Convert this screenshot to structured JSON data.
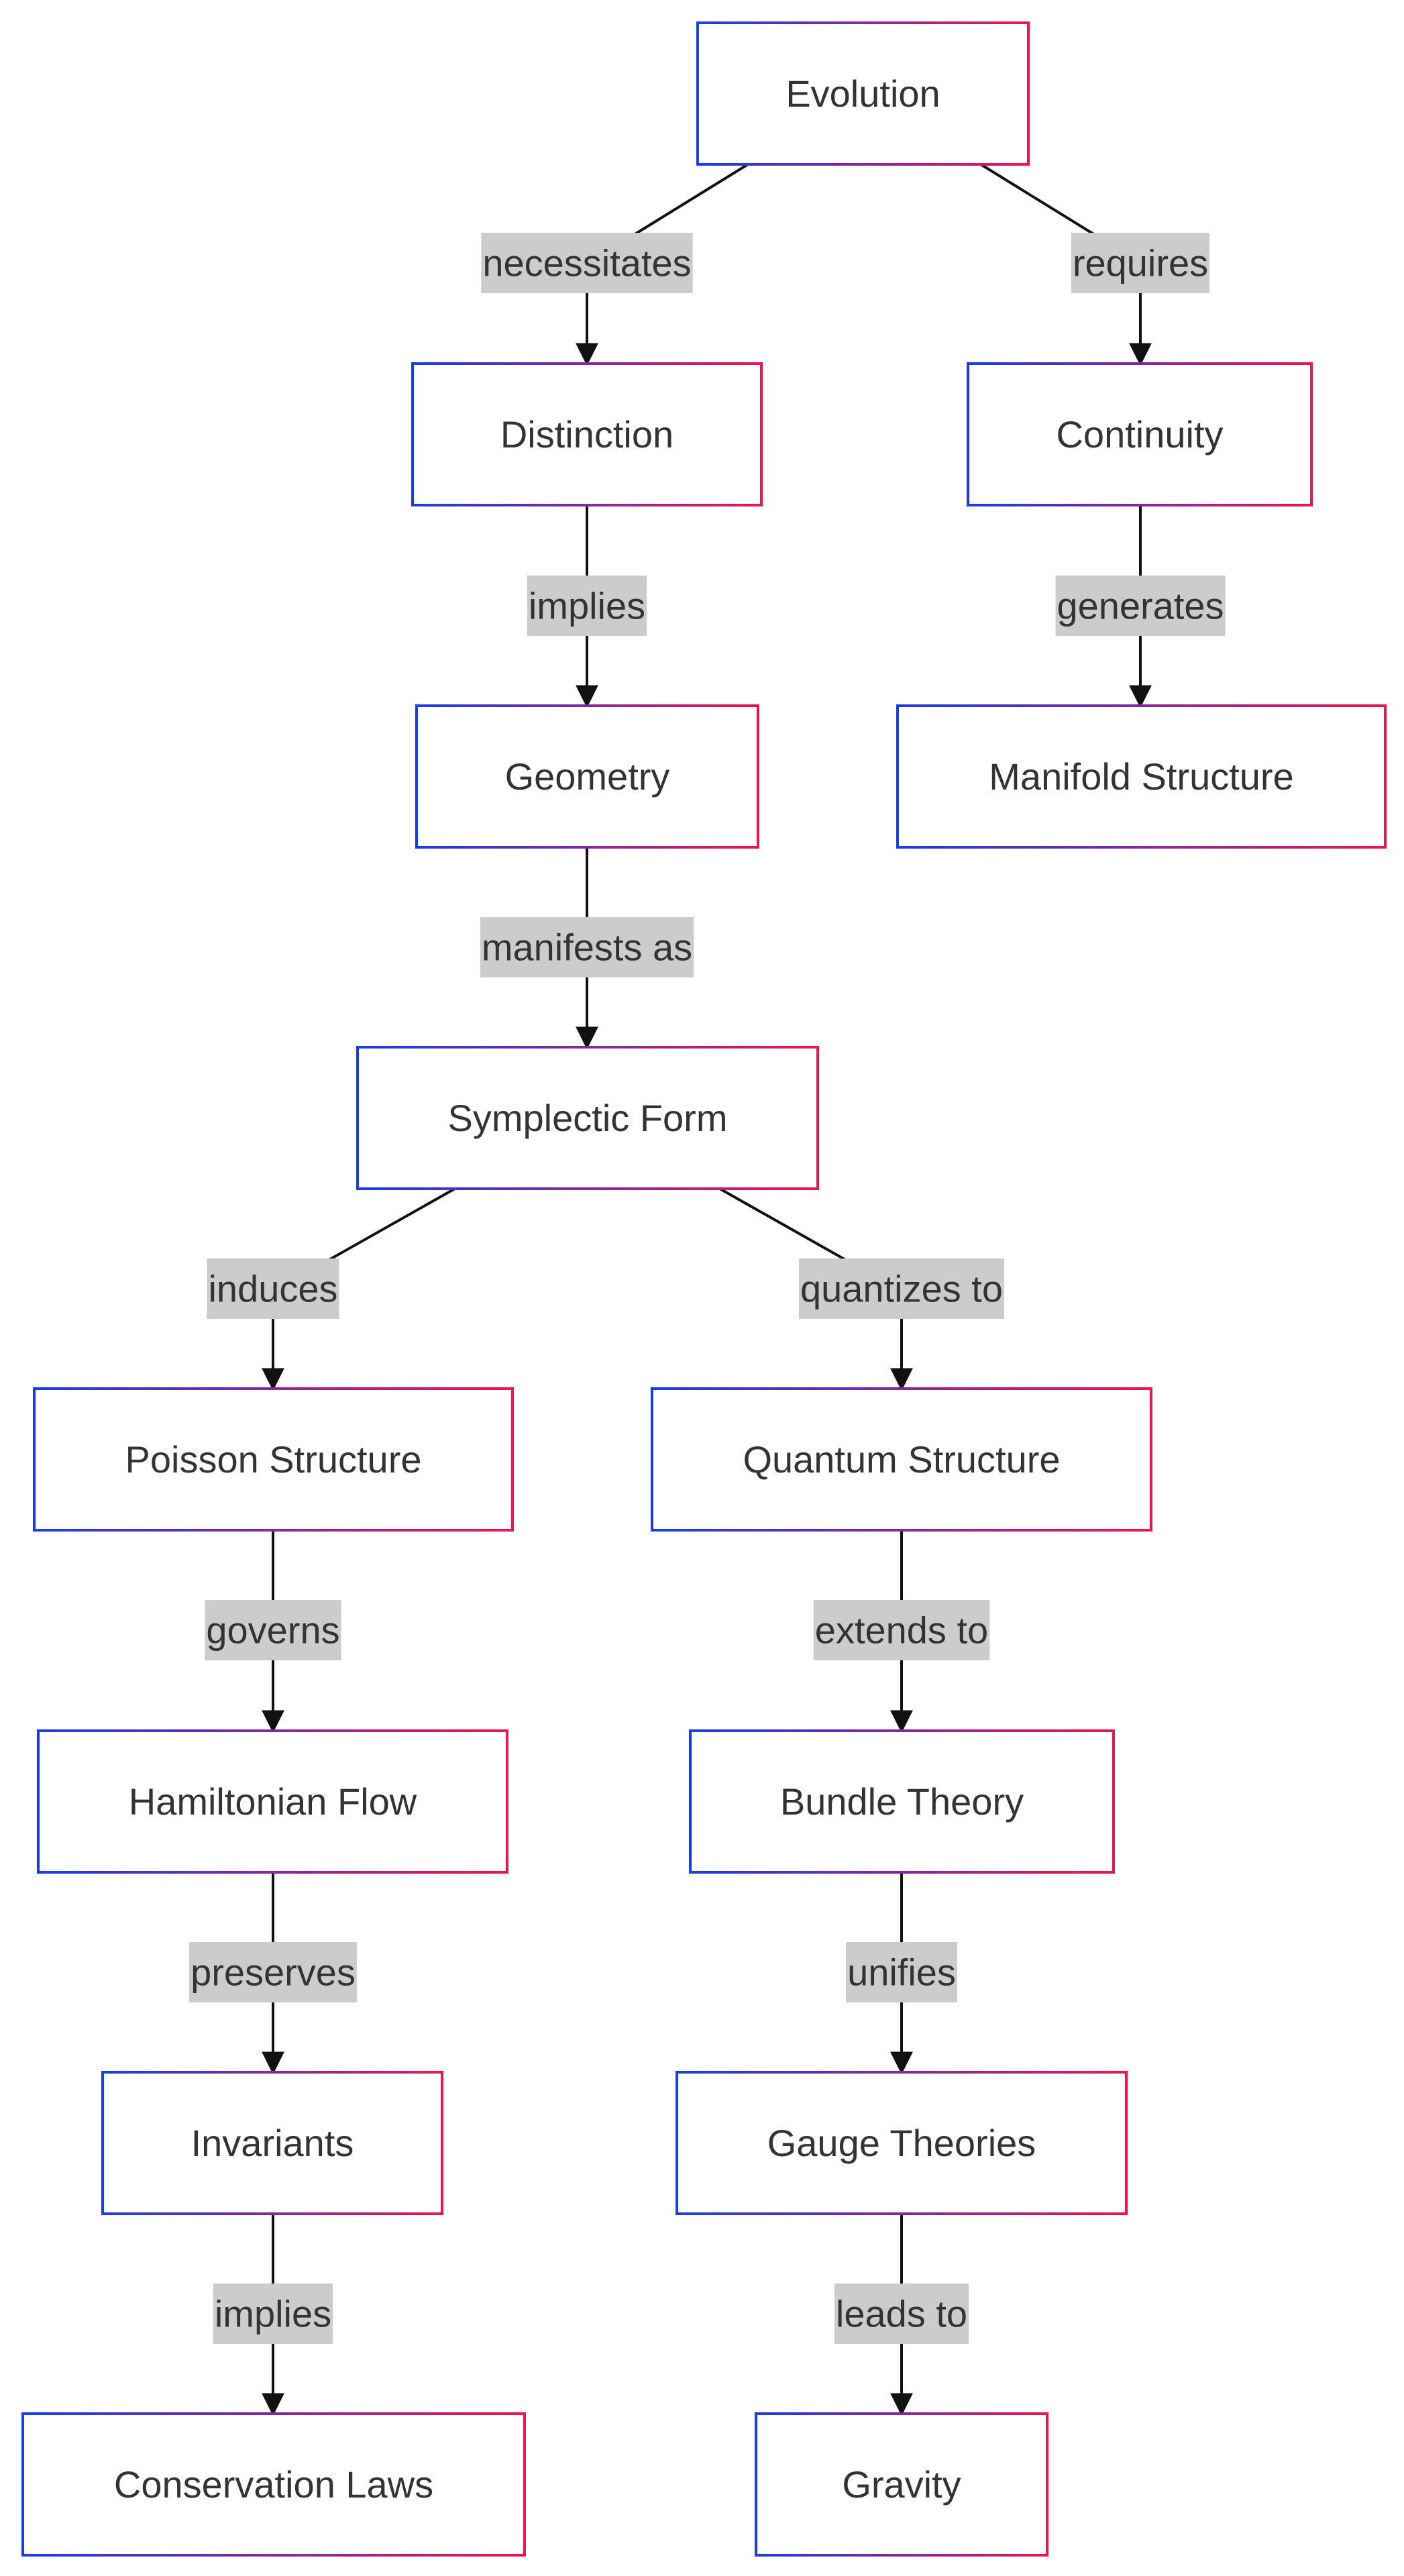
{
  "diagram": {
    "nodes": [
      {
        "id": "evolution",
        "label": "Evolution"
      },
      {
        "id": "distinction",
        "label": "Distinction"
      },
      {
        "id": "continuity",
        "label": "Continuity"
      },
      {
        "id": "geometry",
        "label": "Geometry"
      },
      {
        "id": "manifold",
        "label": "Manifold Structure"
      },
      {
        "id": "symplectic",
        "label": "Symplectic Form"
      },
      {
        "id": "poisson",
        "label": "Poisson Structure"
      },
      {
        "id": "quantum",
        "label": "Quantum Structure"
      },
      {
        "id": "hamiltonian",
        "label": "Hamiltonian Flow"
      },
      {
        "id": "bundle",
        "label": "Bundle Theory"
      },
      {
        "id": "invariants",
        "label": "Invariants"
      },
      {
        "id": "gauge",
        "label": "Gauge Theories"
      },
      {
        "id": "conservation",
        "label": "Conservation Laws"
      },
      {
        "id": "gravity",
        "label": "Gravity"
      }
    ],
    "edges": [
      {
        "from": "evolution",
        "to": "distinction",
        "label": "necessitates"
      },
      {
        "from": "evolution",
        "to": "continuity",
        "label": "requires"
      },
      {
        "from": "distinction",
        "to": "geometry",
        "label": "implies"
      },
      {
        "from": "continuity",
        "to": "manifold",
        "label": "generates"
      },
      {
        "from": "geometry",
        "to": "symplectic",
        "label": "manifests as"
      },
      {
        "from": "symplectic",
        "to": "poisson",
        "label": "induces"
      },
      {
        "from": "symplectic",
        "to": "quantum",
        "label": "quantizes to"
      },
      {
        "from": "poisson",
        "to": "hamiltonian",
        "label": "governs"
      },
      {
        "from": "quantum",
        "to": "bundle",
        "label": "extends to"
      },
      {
        "from": "hamiltonian",
        "to": "invariants",
        "label": "preserves"
      },
      {
        "from": "bundle",
        "to": "gauge",
        "label": "unifies"
      },
      {
        "from": "invariants",
        "to": "conservation",
        "label": "implies"
      },
      {
        "from": "gauge",
        "to": "gravity",
        "label": "leads to"
      }
    ]
  },
  "colors": {
    "border_start": "#1a3ce6",
    "border_end": "#ee1450",
    "edge": "#111111",
    "label_bg": "#cccccc",
    "text": "#333333"
  }
}
